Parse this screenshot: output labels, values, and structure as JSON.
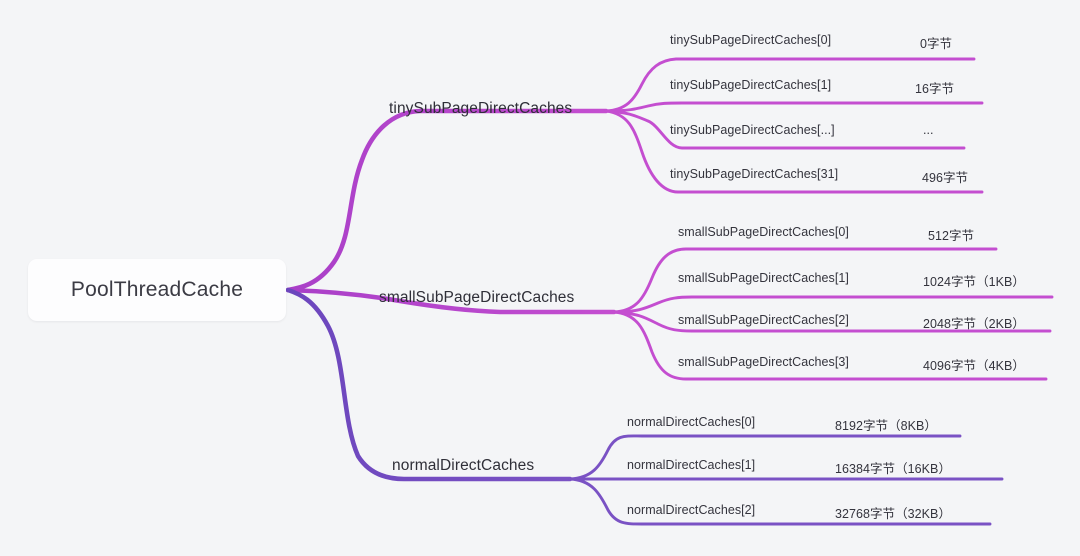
{
  "diagram": {
    "type": "mind-map",
    "background_color": "#f4f5f7",
    "root": {
      "label": "PoolThreadCache",
      "box_color": "#fdfdfe"
    },
    "colors": {
      "magenta": "#c44ed0",
      "violet": "#7a52c4"
    },
    "branches": [
      {
        "label": "tinySubPageDirectCaches",
        "color": "#c44ed0",
        "leaves": [
          {
            "name": "tinySubPageDirectCaches[0]",
            "value": "0字节"
          },
          {
            "name": "tinySubPageDirectCaches[1]",
            "value": "16字节"
          },
          {
            "name": "tinySubPageDirectCaches[...]",
            "value": "..."
          },
          {
            "name": "tinySubPageDirectCaches[31]",
            "value": "496字节"
          }
        ]
      },
      {
        "label": "smallSubPageDirectCaches",
        "color": "#c44ed0",
        "leaves": [
          {
            "name": "smallSubPageDirectCaches[0]",
            "value": "512字节"
          },
          {
            "name": "smallSubPageDirectCaches[1]",
            "value": "1024字节（1KB）"
          },
          {
            "name": "smallSubPageDirectCaches[2]",
            "value": "2048字节（2KB）"
          },
          {
            "name": "smallSubPageDirectCaches[3]",
            "value": "4096字节（4KB）"
          }
        ]
      },
      {
        "label": "normalDirectCaches",
        "color": "#7a52c4",
        "leaves": [
          {
            "name": "normalDirectCaches[0]",
            "value": "8192字节（8KB）"
          },
          {
            "name": "normalDirectCaches[1]",
            "value": "16384字节（16KB）"
          },
          {
            "name": "normalDirectCaches[2]",
            "value": "32768字节（32KB）"
          }
        ]
      }
    ]
  }
}
